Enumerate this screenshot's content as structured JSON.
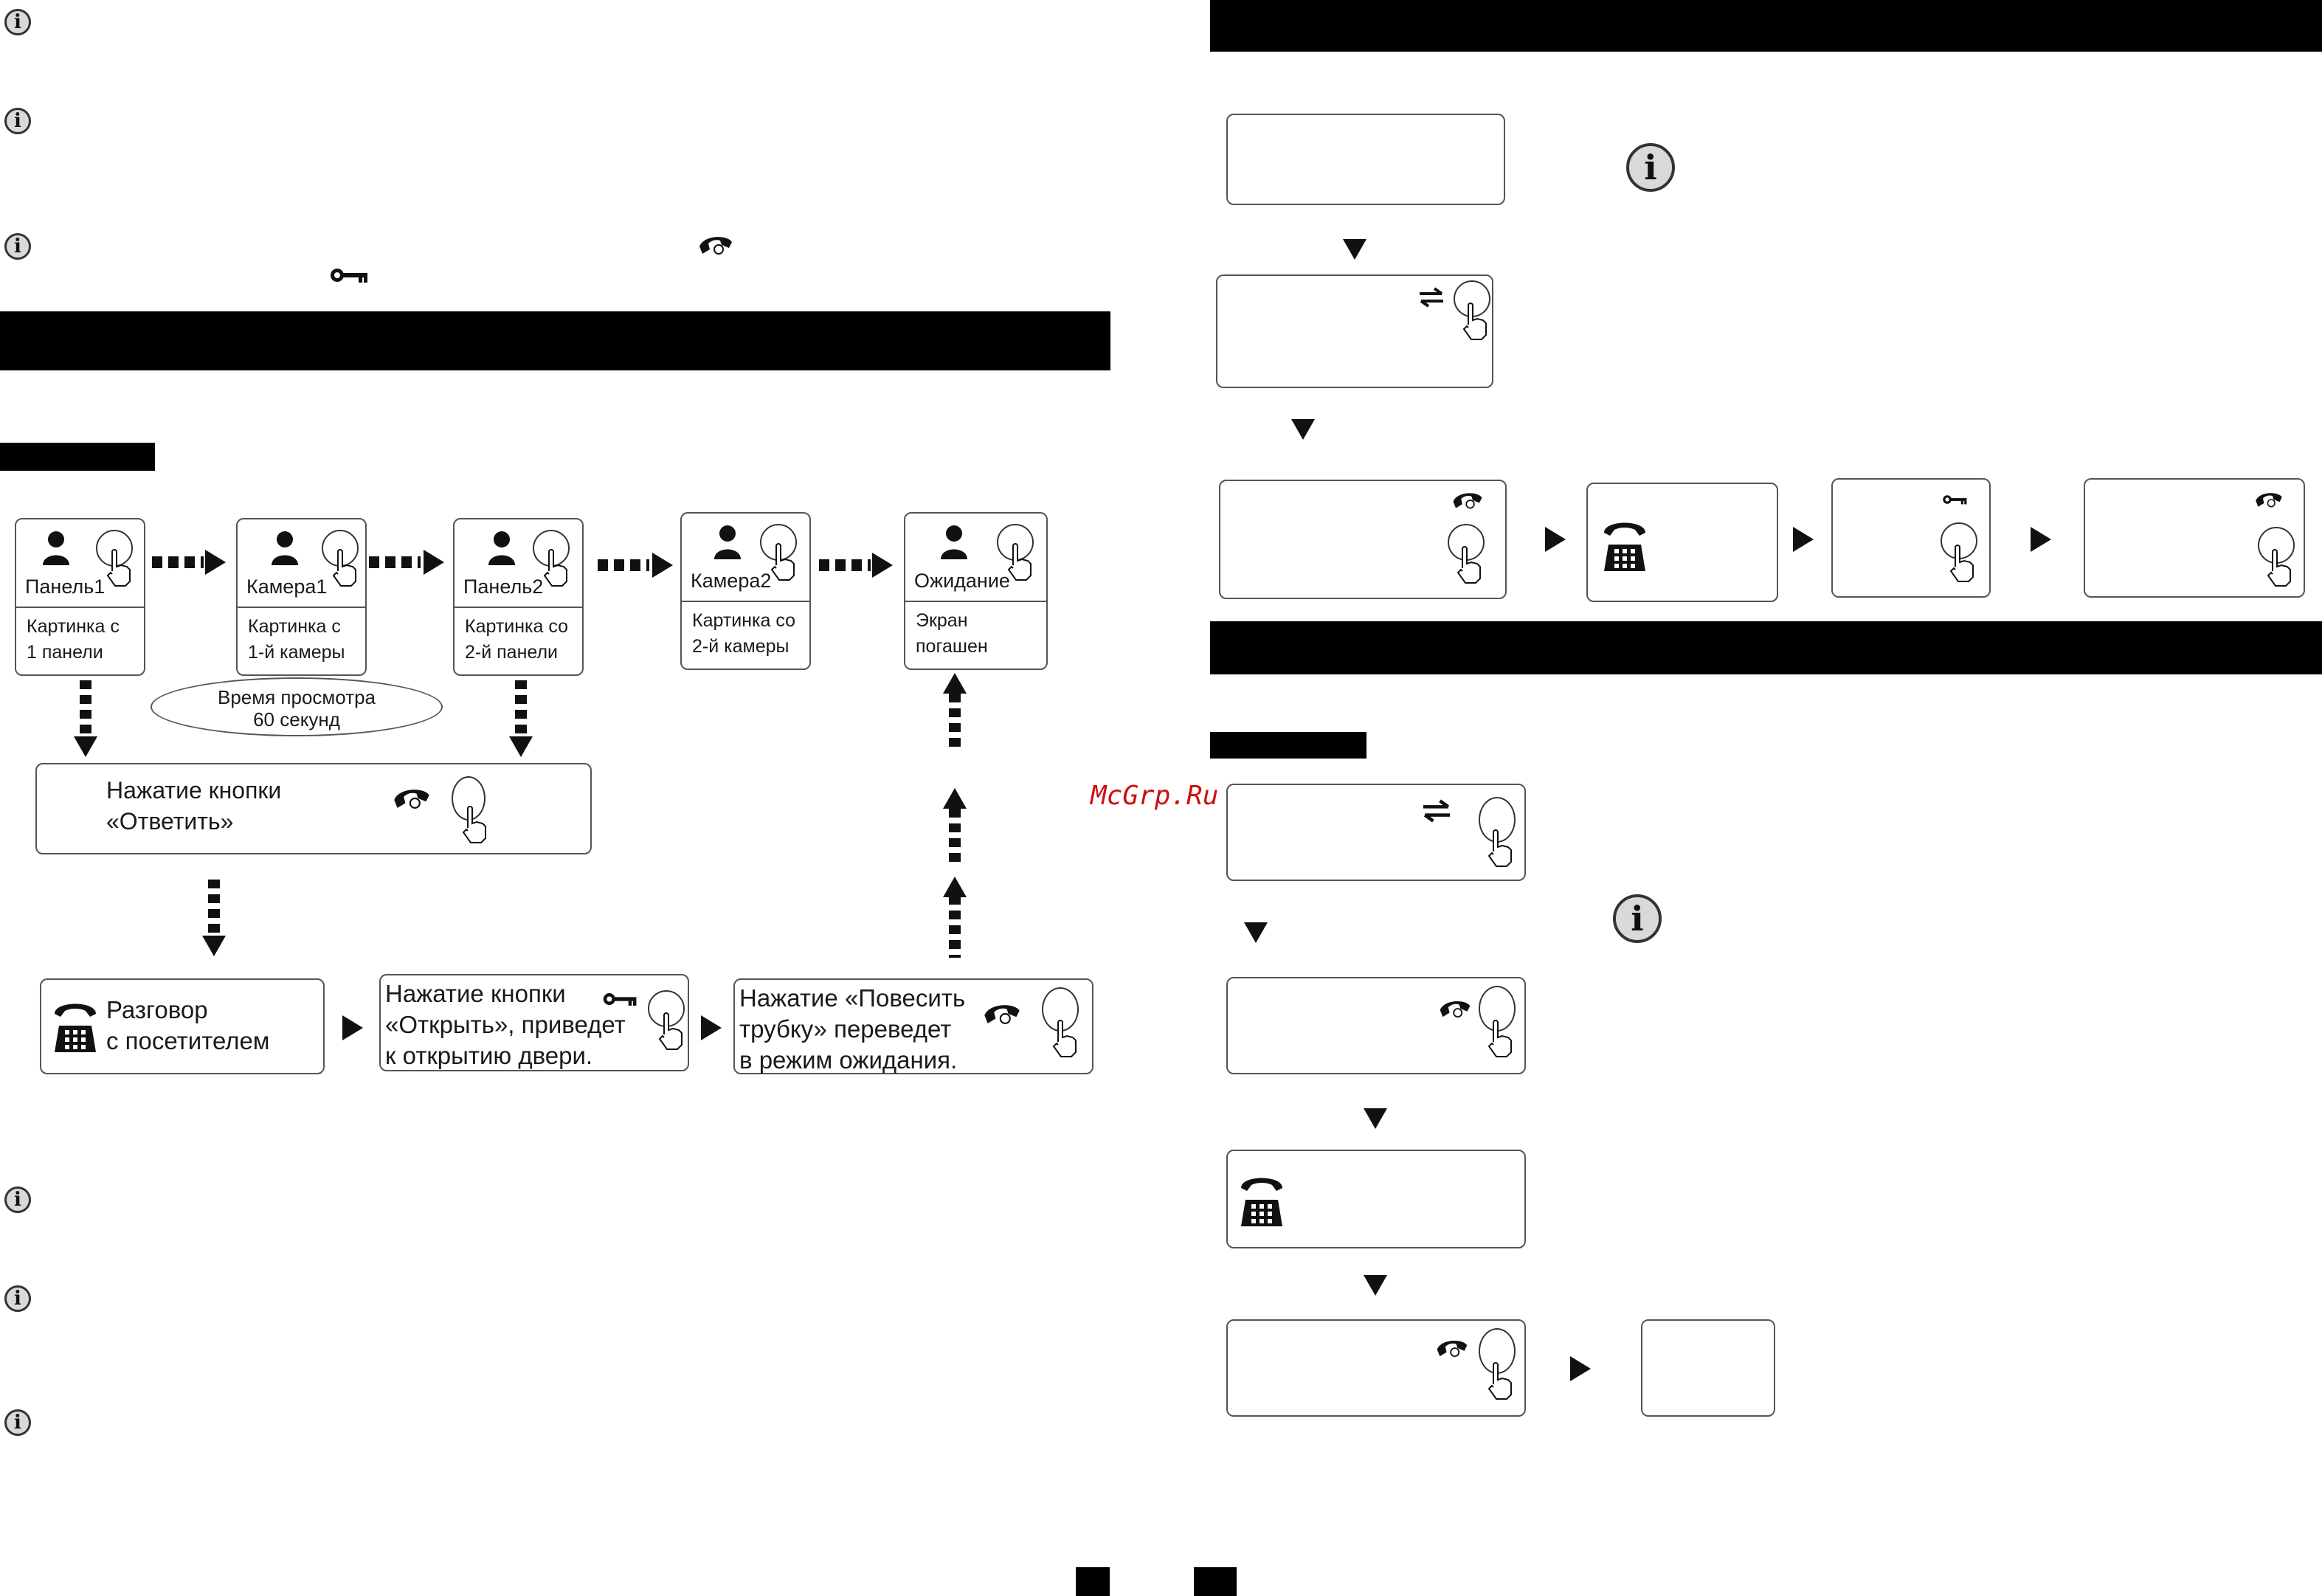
{
  "watermark": "McGrp.Ru",
  "flow": {
    "cells": [
      {
        "name": "Панель1",
        "desc": "Картинка с\n1 панели"
      },
      {
        "name": "Камера1",
        "desc": "Картинка с\n1-й камеры"
      },
      {
        "name": "Панель2",
        "desc": "Картинка со\n2-й панели"
      },
      {
        "name": "Камера2",
        "desc": "Картинка со\n2-й камеры"
      },
      {
        "name": "Ожидание",
        "desc": "Экран\nпогашен"
      }
    ],
    "view_time": "Время просмотра\n60 секунд",
    "answer_box": "Нажатие кнопки\n«Ответить»",
    "talk_box": "Разговор\nс посетителем",
    "open_box": "Нажатие кнопки\n«Открыть», приведет\nк открытию двери.",
    "hangup_box": "Нажатие «Повесить\nтрубку» переведет\nв режим ожидания."
  },
  "icons": {
    "info": "info-icon",
    "handset": "handset-icon",
    "key": "key-icon",
    "switch": "switch-arrows-icon",
    "phone": "desk-phone-icon",
    "finger": "finger-press-icon",
    "person": "person-icon"
  }
}
